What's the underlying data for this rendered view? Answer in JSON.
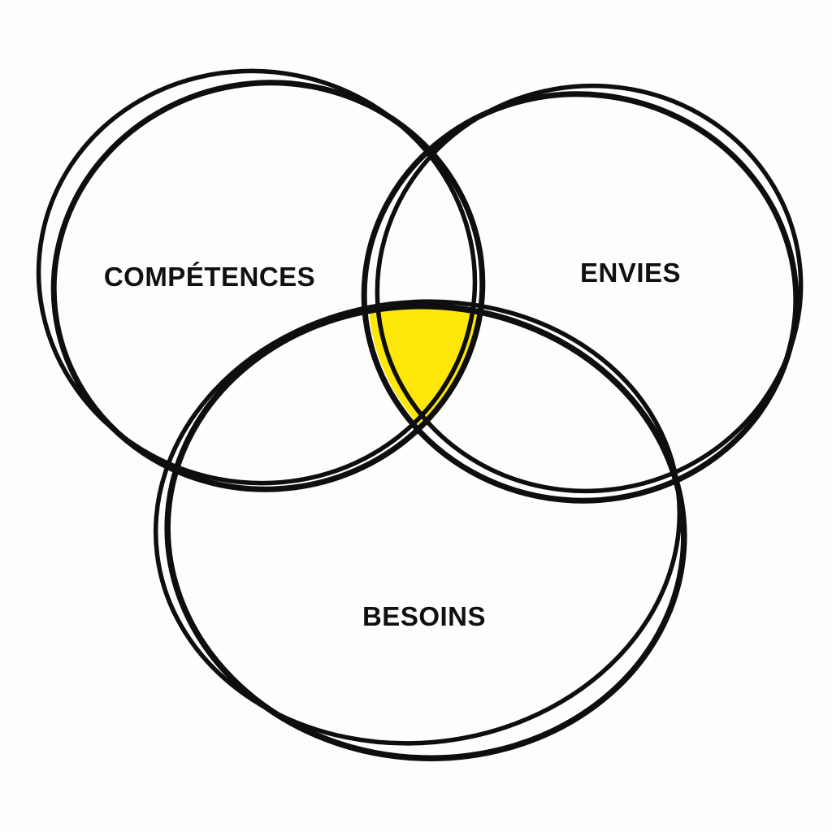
{
  "diagram": {
    "type": "venn",
    "circles": [
      {
        "id": "competences",
        "label": "COMPÉTENCES"
      },
      {
        "id": "envies",
        "label": "ENVIES"
      },
      {
        "id": "besoins",
        "label": "BESOINS"
      }
    ],
    "highlight": {
      "region": "center-triple-intersection",
      "color": "#FFE70A"
    },
    "colors": {
      "stroke": "#0e0e0e",
      "background": "#fdfdfd",
      "highlight": "#FFE70A"
    }
  }
}
